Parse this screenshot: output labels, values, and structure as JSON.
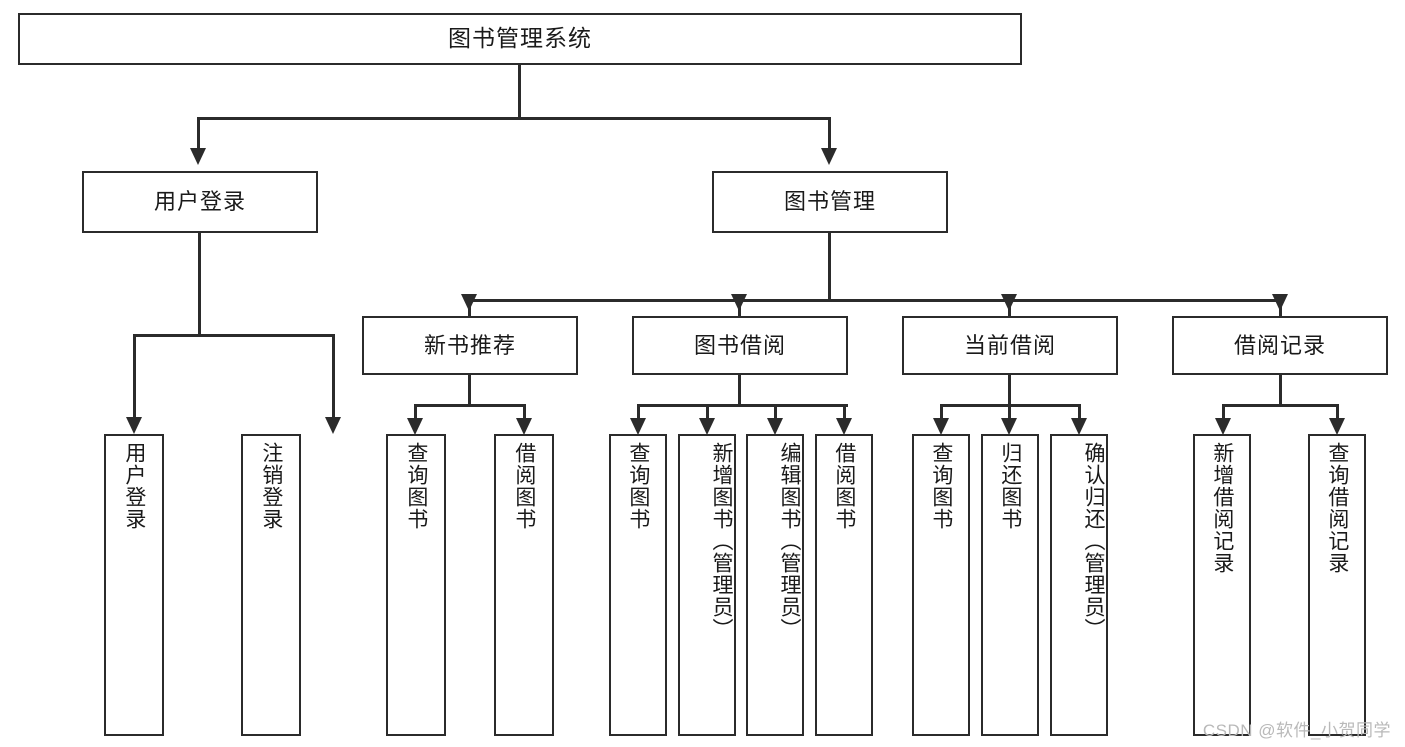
{
  "diagram": {
    "type": "tree-hierarchy-chart",
    "title": "图书管理系统",
    "watermark": "CSDN @软件_小贺同学",
    "colors": {
      "stroke": "#2b2b2b",
      "fill": "#ffffff",
      "text": "#1a1a1a",
      "watermark": "#b9b9b9"
    },
    "levels": {
      "level1": [
        {
          "id": "root",
          "label": "图书管理系统",
          "orientation": "horizontal"
        }
      ],
      "level2": [
        {
          "id": "user-login",
          "label": "用户登录",
          "orientation": "horizontal"
        },
        {
          "id": "book-manage",
          "label": "图书管理",
          "orientation": "horizontal"
        }
      ],
      "level3": [
        {
          "id": "new-book-recommend",
          "label": "新书推荐",
          "orientation": "horizontal"
        },
        {
          "id": "book-borrow",
          "label": "图书借阅",
          "orientation": "horizontal"
        },
        {
          "id": "current-borrow",
          "label": "当前借阅",
          "orientation": "horizontal"
        },
        {
          "id": "borrow-record",
          "label": "借阅记录",
          "orientation": "horizontal"
        }
      ],
      "level4": [
        {
          "id": "leaf-user-login",
          "label": "用户登录",
          "parent": "user-login",
          "orientation": "vertical"
        },
        {
          "id": "leaf-user-logout",
          "label": "注销登录",
          "parent": "user-login",
          "orientation": "vertical"
        },
        {
          "id": "leaf-query-book-1",
          "label": "查询图书",
          "parent": "new-book-recommend",
          "orientation": "vertical"
        },
        {
          "id": "leaf-borrow-book-1",
          "label": "借阅图书",
          "parent": "new-book-recommend",
          "orientation": "vertical"
        },
        {
          "id": "leaf-query-book-2",
          "label": "查询图书",
          "parent": "book-borrow",
          "orientation": "vertical"
        },
        {
          "id": "leaf-add-book",
          "label": "新增图书（管理员）",
          "parent": "book-borrow",
          "orientation": "vertical"
        },
        {
          "id": "leaf-edit-book",
          "label": "编辑图书（管理员）",
          "parent": "book-borrow",
          "orientation": "vertical"
        },
        {
          "id": "leaf-borrow-book-2",
          "label": "借阅图书",
          "parent": "book-borrow",
          "orientation": "vertical"
        },
        {
          "id": "leaf-query-book-3",
          "label": "查询图书",
          "parent": "current-borrow",
          "orientation": "vertical"
        },
        {
          "id": "leaf-return-book",
          "label": "归还图书",
          "parent": "current-borrow",
          "orientation": "vertical"
        },
        {
          "id": "leaf-confirm-return",
          "label": "确认归还（管理员）",
          "parent": "current-borrow",
          "orientation": "vertical"
        },
        {
          "id": "leaf-add-record",
          "label": "新增借阅记录",
          "parent": "borrow-record",
          "orientation": "vertical"
        },
        {
          "id": "leaf-query-record",
          "label": "查询借阅记录",
          "parent": "borrow-record",
          "orientation": "vertical"
        }
      ]
    }
  }
}
